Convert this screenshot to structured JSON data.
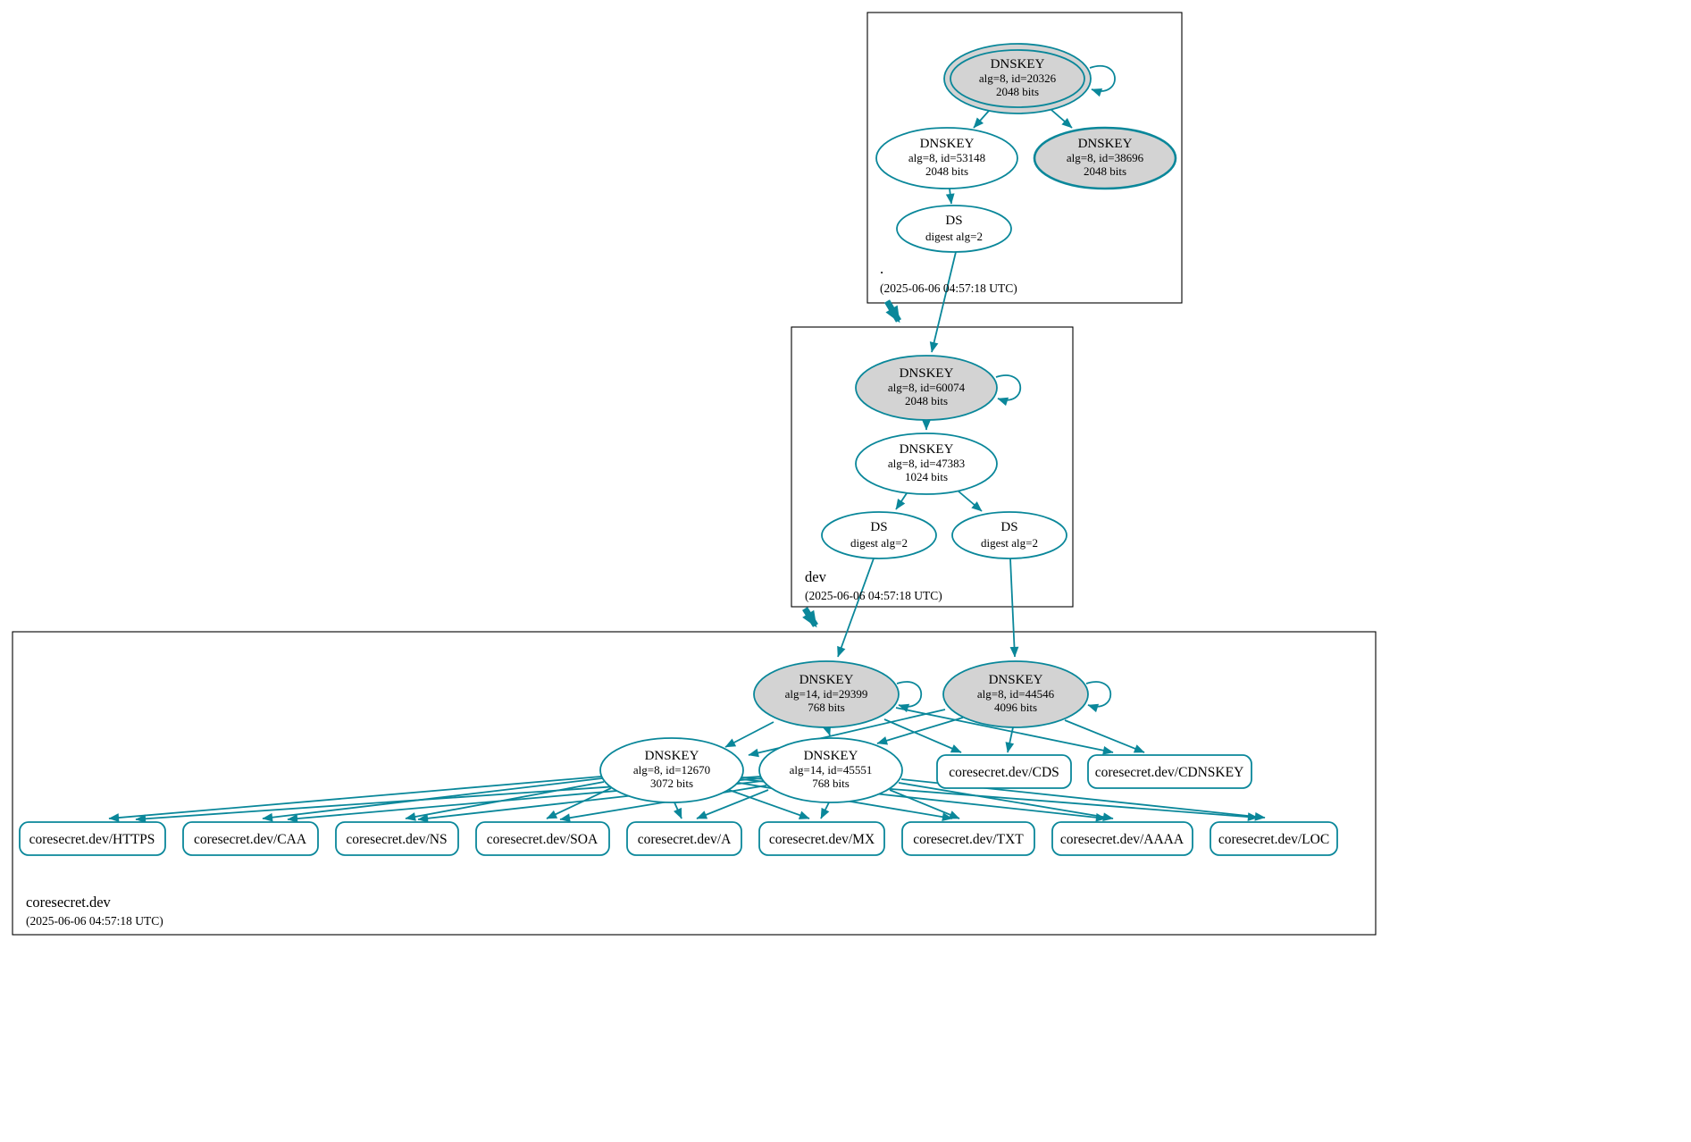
{
  "colors": {
    "secure": "#0a879a",
    "ksk_fill": "#d3d3d3",
    "node_fill": "#ffffff",
    "text": "#000000",
    "border": "#000000"
  },
  "zones": {
    "root": {
      "name": ".",
      "timestamp": "(2025-06-06 04:57:18 UTC)",
      "ksk": {
        "title": "DNSKEY",
        "detail": "alg=8, id=20326",
        "bits": "2048 bits"
      },
      "zsk": {
        "title": "DNSKEY",
        "detail": "alg=8, id=53148",
        "bits": "2048 bits"
      },
      "standby": {
        "title": "DNSKEY",
        "detail": "alg=8, id=38696",
        "bits": "2048 bits"
      },
      "ds": {
        "title": "DS",
        "detail": "digest alg=2"
      }
    },
    "dev": {
      "name": "dev",
      "timestamp": "(2025-06-06 04:57:18 UTC)",
      "ksk": {
        "title": "DNSKEY",
        "detail": "alg=8, id=60074",
        "bits": "2048 bits"
      },
      "zsk": {
        "title": "DNSKEY",
        "detail": "alg=8, id=47383",
        "bits": "1024 bits"
      },
      "ds1": {
        "title": "DS",
        "detail": "digest alg=2"
      },
      "ds2": {
        "title": "DS",
        "detail": "digest alg=2"
      }
    },
    "coresecret": {
      "name": "coresecret.dev",
      "timestamp": "(2025-06-06 04:57:18 UTC)",
      "ksk1": {
        "title": "DNSKEY",
        "detail": "alg=14, id=29399",
        "bits": "768 bits"
      },
      "ksk2": {
        "title": "DNSKEY",
        "detail": "alg=8, id=44546",
        "bits": "4096 bits"
      },
      "zsk1": {
        "title": "DNSKEY",
        "detail": "alg=8, id=12670",
        "bits": "3072 bits"
      },
      "zsk2": {
        "title": "DNSKEY",
        "detail": "alg=14, id=45551",
        "bits": "768 bits"
      },
      "cds": {
        "label": "coresecret.dev/CDS"
      },
      "cdnskey": {
        "label": "coresecret.dev/CDNSKEY"
      },
      "rrsets": [
        {
          "label": "coresecret.dev/HTTPS"
        },
        {
          "label": "coresecret.dev/CAA"
        },
        {
          "label": "coresecret.dev/NS"
        },
        {
          "label": "coresecret.dev/SOA"
        },
        {
          "label": "coresecret.dev/A"
        },
        {
          "label": "coresecret.dev/MX"
        },
        {
          "label": "coresecret.dev/TXT"
        },
        {
          "label": "coresecret.dev/AAAA"
        },
        {
          "label": "coresecret.dev/LOC"
        }
      ]
    }
  }
}
